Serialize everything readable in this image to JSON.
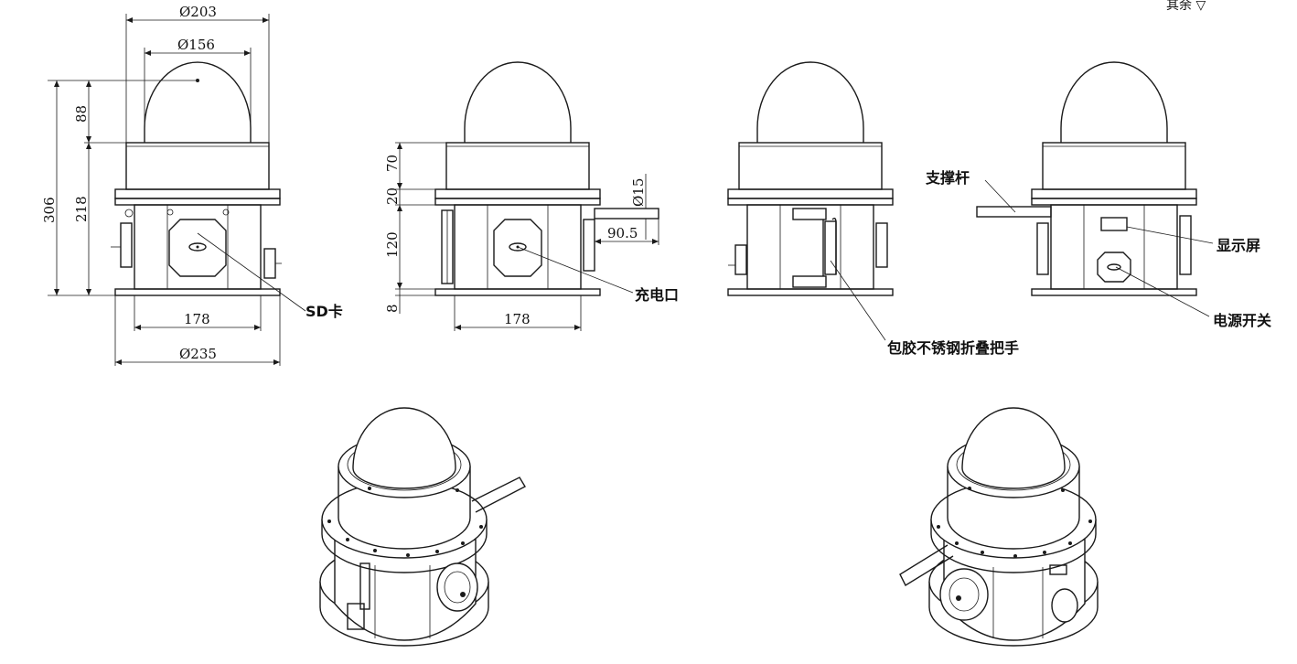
{
  "corner_text": "其余 ▽",
  "dimensions": {
    "top_outer": "Ø203",
    "top_inner": "Ø156",
    "dome_height": "88",
    "total_height": "306",
    "body_height": "218",
    "base_width": "178",
    "base_diameter": "Ø235",
    "front_70": "70",
    "front_20": "20",
    "front_120": "120",
    "front_8": "8",
    "front_width": "178",
    "rod_dia": "Ø15",
    "rod_len": "90.5"
  },
  "labels": {
    "sd_card": "SD卡",
    "charge_port": "充电口",
    "handle": "包胶不锈钢折叠把手",
    "support_rod": "支撑杆",
    "display": "显示屏",
    "power_switch": "电源开关"
  }
}
